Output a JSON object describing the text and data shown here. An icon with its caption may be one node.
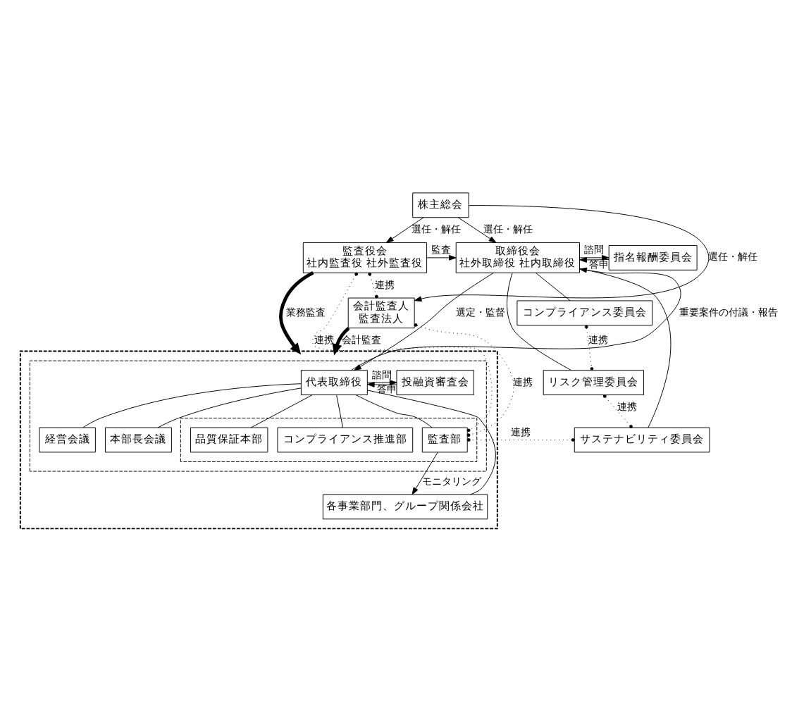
{
  "diagram": {
    "nodes": [
      {
        "text": [
          "株主総会"
        ]
      },
      {
        "text": [
          "監査役会",
          "社内監査役 社外監査役"
        ]
      },
      {
        "text": [
          "取締役会",
          "社外取締役 社内取締役"
        ]
      },
      {
        "text": [
          "指名報酬委員会"
        ]
      },
      {
        "text": [
          "コンプライアンス委員会"
        ]
      },
      {
        "text": [
          "リスク管理委員会"
        ]
      },
      {
        "text": [
          "サステナビリティ委員会"
        ]
      },
      {
        "text": [],
        "shape": "box"
      },
      {
        "text": [],
        "shape": "box",
        "in": 7
      },
      {
        "text": [
          "代表取締役"
        ],
        "in": 8
      },
      {
        "text": [
          "投融資審査会"
        ],
        "in": 8
      },
      {
        "text": [
          "経営会議"
        ],
        "in": 8
      },
      {
        "text": [
          "本部長会議"
        ],
        "in": 8
      },
      {
        "text": [],
        "shape": "box",
        "in": 8
      },
      {
        "text": [
          "品質保証本部"
        ],
        "in": 13
      },
      {
        "text": [
          "コンプライアンス推進部"
        ],
        "in": 13
      },
      {
        "text": [
          "監査部"
        ],
        "in": 13
      },
      {
        "text": [
          "各事業部門、グループ関係会社"
        ],
        "in": 7
      },
      {
        "text": [
          "会計監査人",
          "監査法人"
        ]
      }
    ],
    "edges": [
      {
        "from": 0,
        "to": 1,
        "arrow": "to",
        "label": "選任・解任"
      },
      {
        "from": 0,
        "to": 2,
        "arrow": "to",
        "label": "選任・解任"
      },
      {
        "from": 0,
        "to": 18,
        "arrow": "to",
        "label": "選任・解任"
      },
      {
        "from": 1,
        "to": 2,
        "arrow": "to",
        "label": "監査"
      },
      {
        "from": 2,
        "to": 3,
        "arrow": "to",
        "label": "諮問"
      },
      {
        "from": 3,
        "to": 2,
        "arrow": "to",
        "label": "答申"
      },
      {
        "from": 2,
        "to": 4,
        "arrow": "none"
      },
      {
        "from": 2,
        "to": 5,
        "arrow": "none"
      },
      {
        "from": 2,
        "to": 6,
        "arrow": "none"
      },
      {
        "from": 4,
        "to": 5,
        "arrow": "other",
        "label": "連携",
        "style": "dashed"
      },
      {
        "from": 5,
        "to": 6,
        "arrow": "other",
        "label": "連携",
        "style": "dashed"
      },
      {
        "from": 6,
        "to": 16,
        "arrow": "other",
        "label": "連携",
        "style": "dashed"
      },
      {
        "from": 1,
        "to": 18,
        "arrow": "other",
        "label": "連携",
        "style": "dashed"
      },
      {
        "from": 1,
        "to": 16,
        "arrow": "other",
        "label": "連携",
        "style": "dashed"
      },
      {
        "from": 18,
        "to": 16,
        "arrow": "other",
        "label": "連携",
        "style": "dashed"
      },
      {
        "from": 1,
        "to": 7,
        "arrow": "to",
        "label": "業務監査",
        "style": "thick"
      },
      {
        "from": 18,
        "to": 7,
        "arrow": "to",
        "label": "会計監査",
        "style": "thick"
      },
      {
        "from": 2,
        "to": 9,
        "arrow": "to",
        "label": "選定・監督"
      },
      {
        "from": 9,
        "to": 2,
        "arrow": "to",
        "label": "重要案件の付議・報告"
      },
      {
        "from": 9,
        "to": 10,
        "arrow": "to",
        "label": "諮問"
      },
      {
        "from": 10,
        "to": 9,
        "arrow": "to",
        "label": "答申"
      },
      {
        "from": 9,
        "to": 11,
        "arrow": "none"
      },
      {
        "from": 9,
        "to": 12,
        "arrow": "none"
      },
      {
        "from": 9,
        "to": 14,
        "arrow": "none"
      },
      {
        "from": 9,
        "to": 15,
        "arrow": "none"
      },
      {
        "from": 9,
        "to": 16,
        "arrow": "none"
      },
      {
        "from": 9,
        "to": 17,
        "arrow": "none"
      },
      {
        "from": 16,
        "to": 17,
        "arrow": "to",
        "label": "モニタリング"
      }
    ]
  }
}
